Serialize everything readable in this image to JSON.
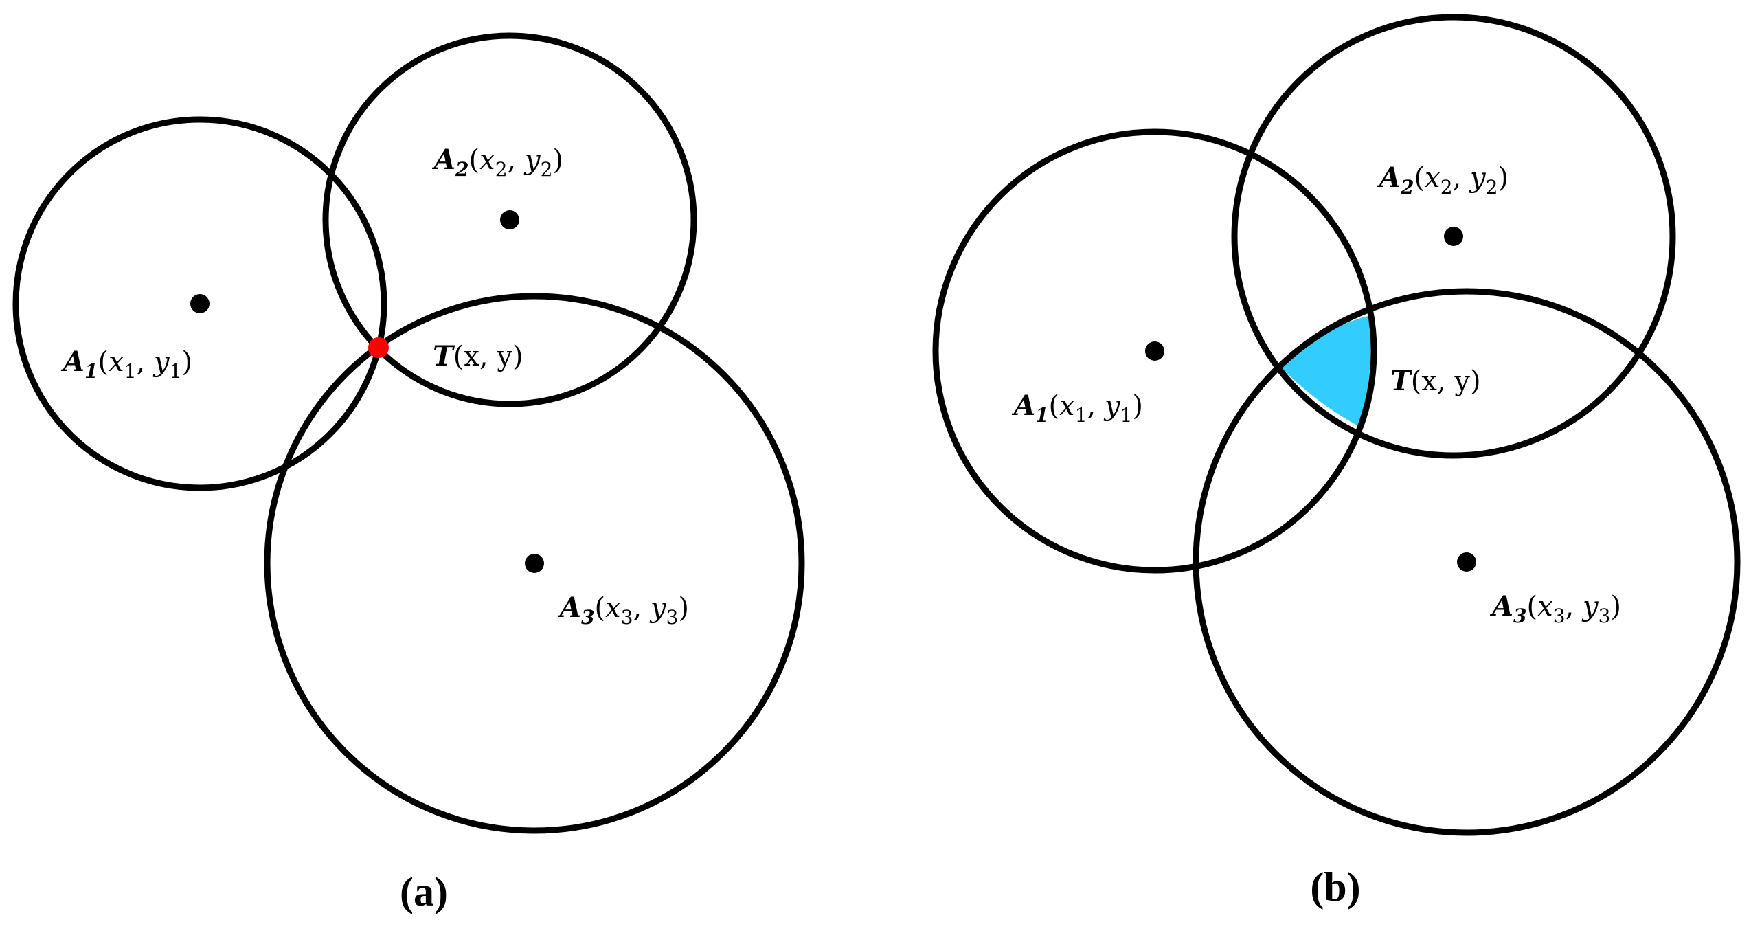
{
  "panels": [
    {
      "id": "a",
      "caption": "(a)",
      "anchors": [
        {
          "name": "A",
          "index": "1",
          "x": "x",
          "y": "y"
        },
        {
          "name": "A",
          "index": "2",
          "x": "x",
          "y": "y"
        },
        {
          "name": "A",
          "index": "3",
          "x": "x",
          "y": "y"
        }
      ],
      "target": {
        "name": "T",
        "coords": "(x, y)"
      },
      "intersection_color": "#ff0000"
    },
    {
      "id": "b",
      "caption": "(b)",
      "anchors": [
        {
          "name": "A",
          "index": "1",
          "x": "x",
          "y": "y"
        },
        {
          "name": "A",
          "index": "2",
          "x": "x",
          "y": "y"
        },
        {
          "name": "A",
          "index": "3",
          "x": "x",
          "y": "y"
        }
      ],
      "target": {
        "name": "T",
        "coords": "(x, y)"
      },
      "region_color": "#33ccff"
    }
  ]
}
